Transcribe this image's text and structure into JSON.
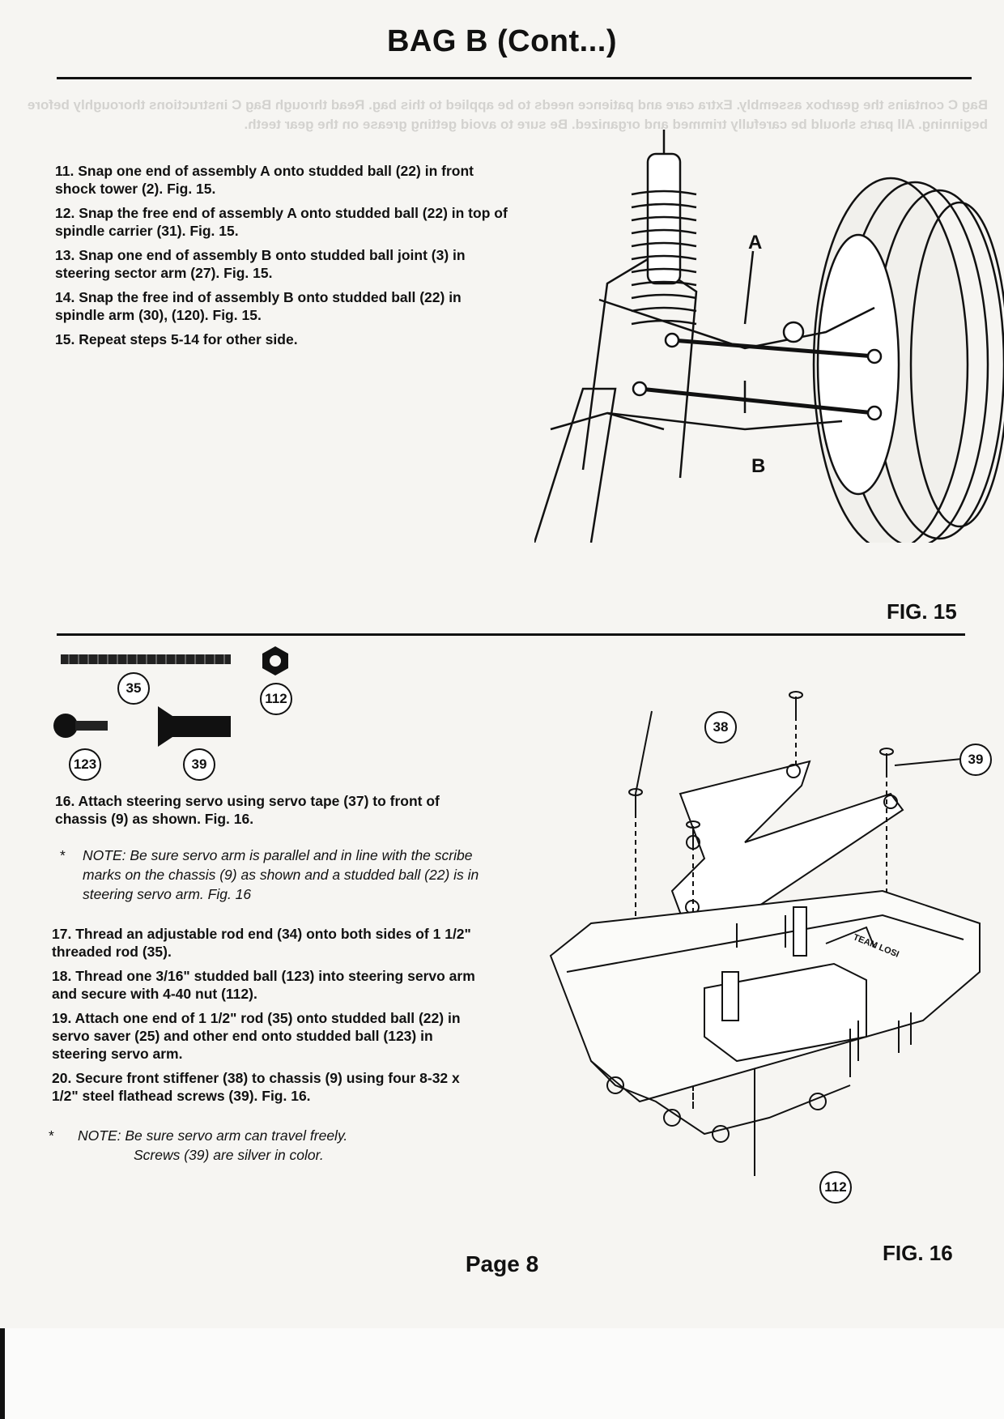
{
  "title": "BAG B (Cont...)",
  "bleed_through_text": "Bag C contains the gearbox assembly. Extra care and patience needs to be applied to this bag. Read through Bag C instructions thoroughly before beginning. All parts should be carefully trimmed and organized. Be sure to avoid getting grease on the gear teeth.",
  "steps_top": [
    "11. Snap one end of assembly A onto studded ball (22) in front shock tower (2). Fig. 15.",
    "12. Snap the free end of assembly A onto studded ball (22) in top of spindle carrier (31). Fig. 15.",
    "13. Snap one end of assembly B onto studded ball joint (3)   in steering sector arm (27). Fig. 15.",
    "14. Snap the free ind of assembly B onto studded ball (22) in spindle arm (30), (120). Fig. 15.",
    "15. Repeat steps 5-14 for other side."
  ],
  "fig15": {
    "label": "FIG. 15",
    "marker_a": "A",
    "marker_b": "B"
  },
  "parts": {
    "rod": "35",
    "nut": "112",
    "ball": "123",
    "screw": "39"
  },
  "steps_bottom_1": [
    "16. Attach steering servo using servo tape (37) to front of chassis (9) as shown. Fig. 16."
  ],
  "note_1": {
    "star": "*",
    "text": "NOTE:  Be sure servo arm is parallel and in line with the scribe marks on the chassis (9) as shown and a studded ball (22) is in steering servo arm. Fig.  16"
  },
  "steps_bottom_2": [
    "17. Thread an adjustable rod end (34) onto both sides of 1 1/2\" threaded rod (35).",
    "18. Thread one 3/16\" studded ball (123) into steering servo arm and secure with 4-40 nut (112).",
    "19. Attach one end of 1 1/2\" rod (35) onto studded ball (22) in servo saver (25) and other end onto studded ball (123)  in steering servo arm.",
    "20. Secure front stiffener (38) to chassis (9) using four 8-32 x 1/2\" steel flathead screws (39). Fig. 16."
  ],
  "note_2": {
    "star": "*",
    "line1": "NOTE: Be sure servo arm can travel freely.",
    "line2": "Screws (39) are silver in color."
  },
  "fig16": {
    "label": "FIG. 16",
    "callout_stiffener": "38",
    "callout_screw": "39",
    "callout_nut": "112",
    "chassis_text": "TEAM LOSI"
  },
  "page_number": "Page 8"
}
